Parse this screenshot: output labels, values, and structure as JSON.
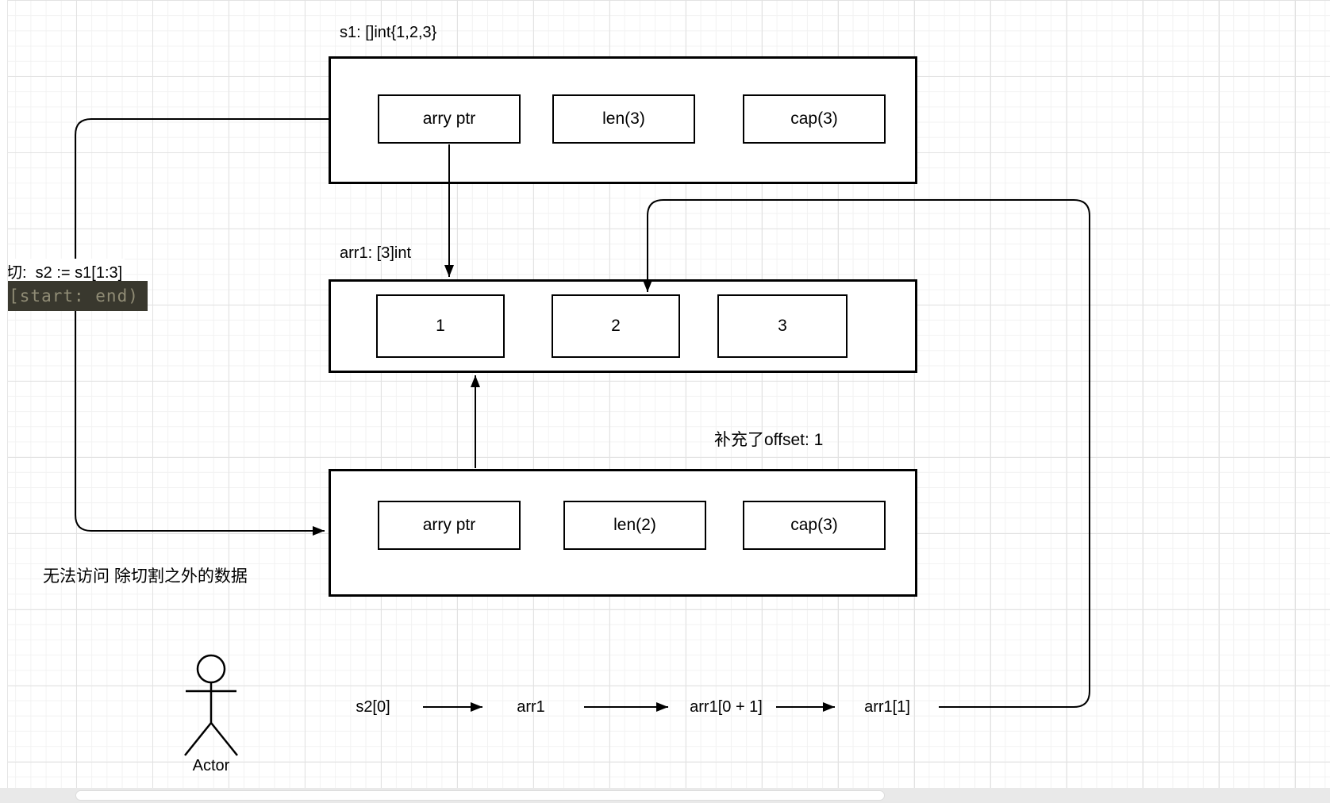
{
  "canvas": {
    "s1": {
      "label": "s1: []int{1,2,3}",
      "fields": [
        "arry ptr",
        "len(3)",
        "cap(3)"
      ]
    },
    "arr1": {
      "label": "arr1: [3]int",
      "cells": [
        "1",
        "2",
        "3"
      ]
    },
    "s2": {
      "fields": [
        "arry ptr",
        "len(2)",
        "cap(3)"
      ],
      "offset_note": "补充了offset: 1"
    },
    "slice_note": "切:  s2 := s1[1:3]",
    "range_chip": "[start: end)",
    "access_note": "无法访问 除切割之外的数据",
    "actor_label": "Actor",
    "flow": {
      "items": [
        "s2[0]",
        "arr1",
        "arr1[0 + 1]",
        "arr1[1]"
      ]
    },
    "colors": {
      "stroke": "#000000",
      "chip_bg": "#39382e",
      "chip_fg": "#908c75",
      "grid_minor": "#f2f2f2",
      "grid_major": "#e2e2e2"
    }
  }
}
